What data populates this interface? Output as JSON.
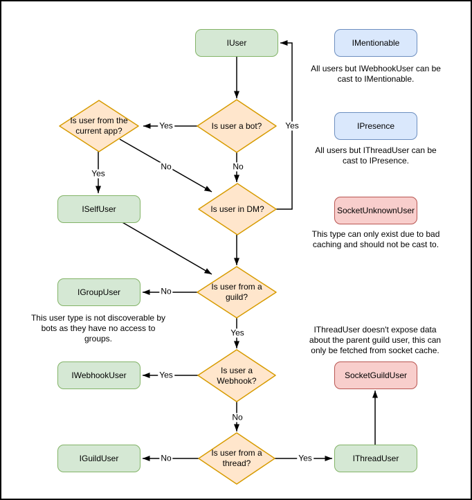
{
  "diagram": {
    "nodes": {
      "iuser": "IUser",
      "imentionable": "IMentionable",
      "ipresence": "IPresence",
      "socket_unknown_user": "SocketUnknownUser",
      "iself_user": "ISelfUser",
      "igroup_user": "IGroupUser",
      "iwebhook_user": "IWebhookUser",
      "iguild_user": "IGuildUser",
      "socket_guild_user": "SocketGuildUser",
      "ithread_user": "IThreadUser"
    },
    "decisions": {
      "is_bot": {
        "lines": [
          "Is user a bot?"
        ]
      },
      "is_current_app": {
        "lines": [
          "Is user from the",
          "current app?"
        ]
      },
      "is_dm": {
        "lines": [
          "Is user in DM?"
        ]
      },
      "is_guild": {
        "lines": [
          "Is user from a",
          "guild?"
        ]
      },
      "is_webhook": {
        "lines": [
          "Is user a",
          "Webhook?"
        ]
      },
      "is_thread": {
        "lines": [
          "Is user from a",
          "thread?"
        ]
      }
    },
    "edge_labels": {
      "bot_to_app": "Yes",
      "bot_to_dm": "No",
      "dm_to_iuser": "Yes",
      "app_to_selfuser": "Yes",
      "app_to_dm": "No",
      "guild_to_groupuser": "No",
      "guild_to_webhook": "Yes",
      "webhook_to_webhookuser": "Yes",
      "webhook_to_thread": "No",
      "thread_to_guilduser": "No",
      "thread_to_threaduser": "Yes"
    },
    "notes": {
      "mentionable": {
        "lines": [
          "All users but IWebhookUser can be",
          "cast to IMentionable."
        ]
      },
      "presence": {
        "lines": [
          "All users but IThreadUser can be",
          "cast to IPresence."
        ]
      },
      "unknown_user": {
        "lines": [
          "This type can only exist due to bad",
          "caching and should not be cast to."
        ]
      },
      "group_user": {
        "lines": [
          "This user type is not discoverable by",
          "bots as they have no access to",
          "groups."
        ]
      },
      "thread_user": {
        "lines": [
          "IThreadUser doesn't expose data",
          "about the parent guild user, this can",
          "only be fetched from socket cache."
        ]
      }
    },
    "colors": {
      "interface_fill": "#d5e8d4",
      "interface_stroke": "#82b366",
      "decision_fill": "#ffe6cc",
      "decision_stroke": "#d79b00",
      "castable_fill": "#dae8fc",
      "castable_stroke": "#6c8ebf",
      "socket_fill": "#f8cecc",
      "socket_stroke": "#b85450",
      "edge_color": "#000000",
      "background": "#ffffff",
      "frame_border": "#000000"
    }
  }
}
